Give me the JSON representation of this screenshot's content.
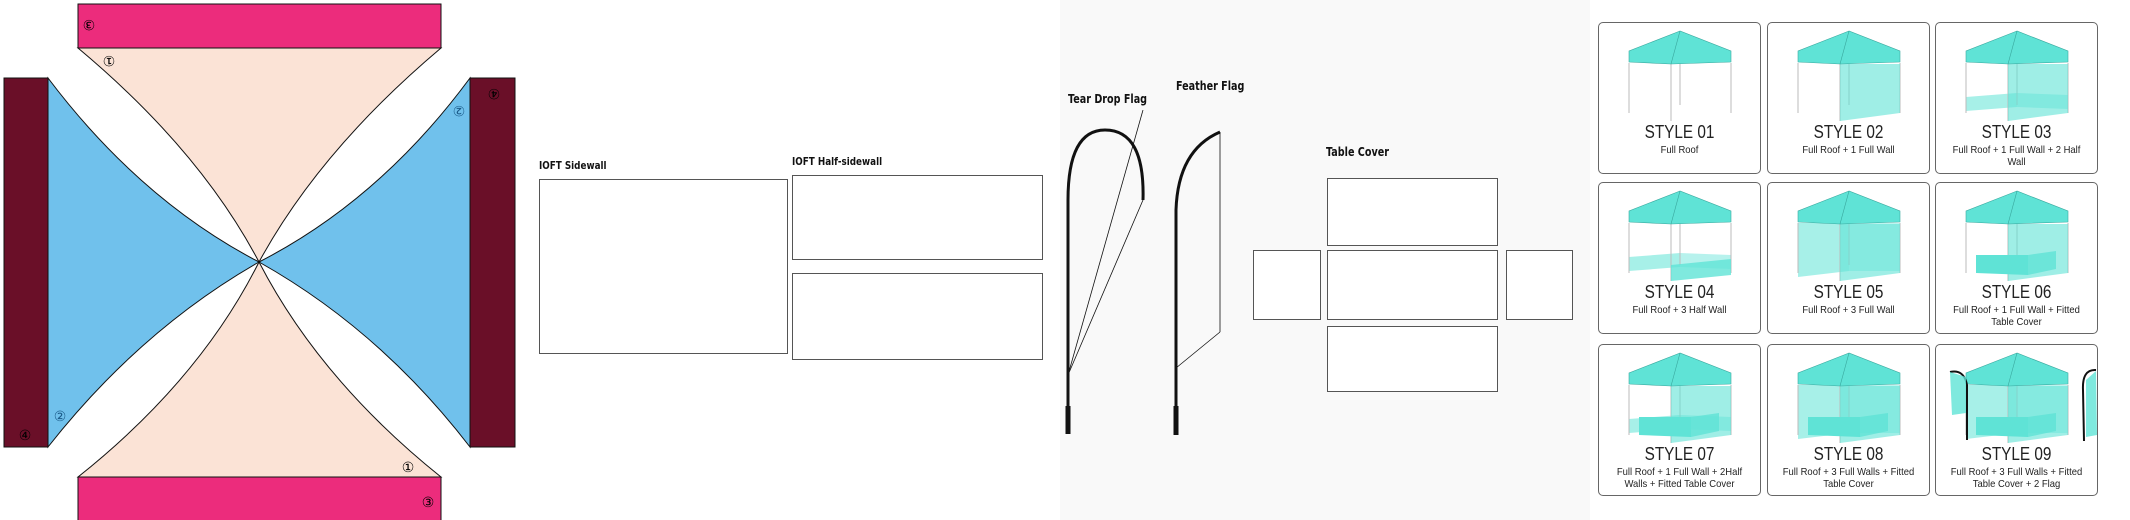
{
  "canopy_pattern": {
    "markers": {
      "top_bar": "③",
      "top_panel": "①",
      "left_side": "②",
      "left_bar": "④",
      "right_bar": "④",
      "right_side": "②",
      "bottom_panel": "①",
      "bottom_bar": "③"
    },
    "colors": {
      "end_bar": "#ec2c7c",
      "side_bar": "#6a0f28",
      "front_panel": "#fbe3d6",
      "side_panel": "#70c1ec"
    }
  },
  "components": {
    "sidewall_label": "IOFT Sidewall",
    "half_sidewall_label": "IOFT Half-sidewall",
    "tear_drop_flag_label": "Tear Drop Flag",
    "feather_flag_label": "Feather Flag",
    "table_cover_label": "Table Cover"
  },
  "styles": [
    {
      "title": "STYLE 01",
      "desc": "Full Roof"
    },
    {
      "title": "STYLE 02",
      "desc": "Full Roof + 1 Full Wall"
    },
    {
      "title": "STYLE 03",
      "desc": "Full Roof + 1 Full Wall + 2 Half  Wall"
    },
    {
      "title": "STYLE 04",
      "desc": "Full Roof + 3 Half Wall"
    },
    {
      "title": "STYLE 05",
      "desc": "Full Roof + 3 Full Wall"
    },
    {
      "title": "STYLE 06",
      "desc": "Full Roof + 1 Full Wall + Fitted Table Cover"
    },
    {
      "title": "STYLE 07",
      "desc": "Full Roof + 1 Full Wall + 2Half  Walls + Fitted Table Cover"
    },
    {
      "title": "STYLE 08",
      "desc": "Full Roof + 3 Full Walls + Fitted Table Cover"
    },
    {
      "title": "STYLE 09",
      "desc": "Full Roof + 3 Full Walls + Fitted Table Cover + 2 Flag"
    }
  ],
  "tent_color": "#5fe3d6"
}
